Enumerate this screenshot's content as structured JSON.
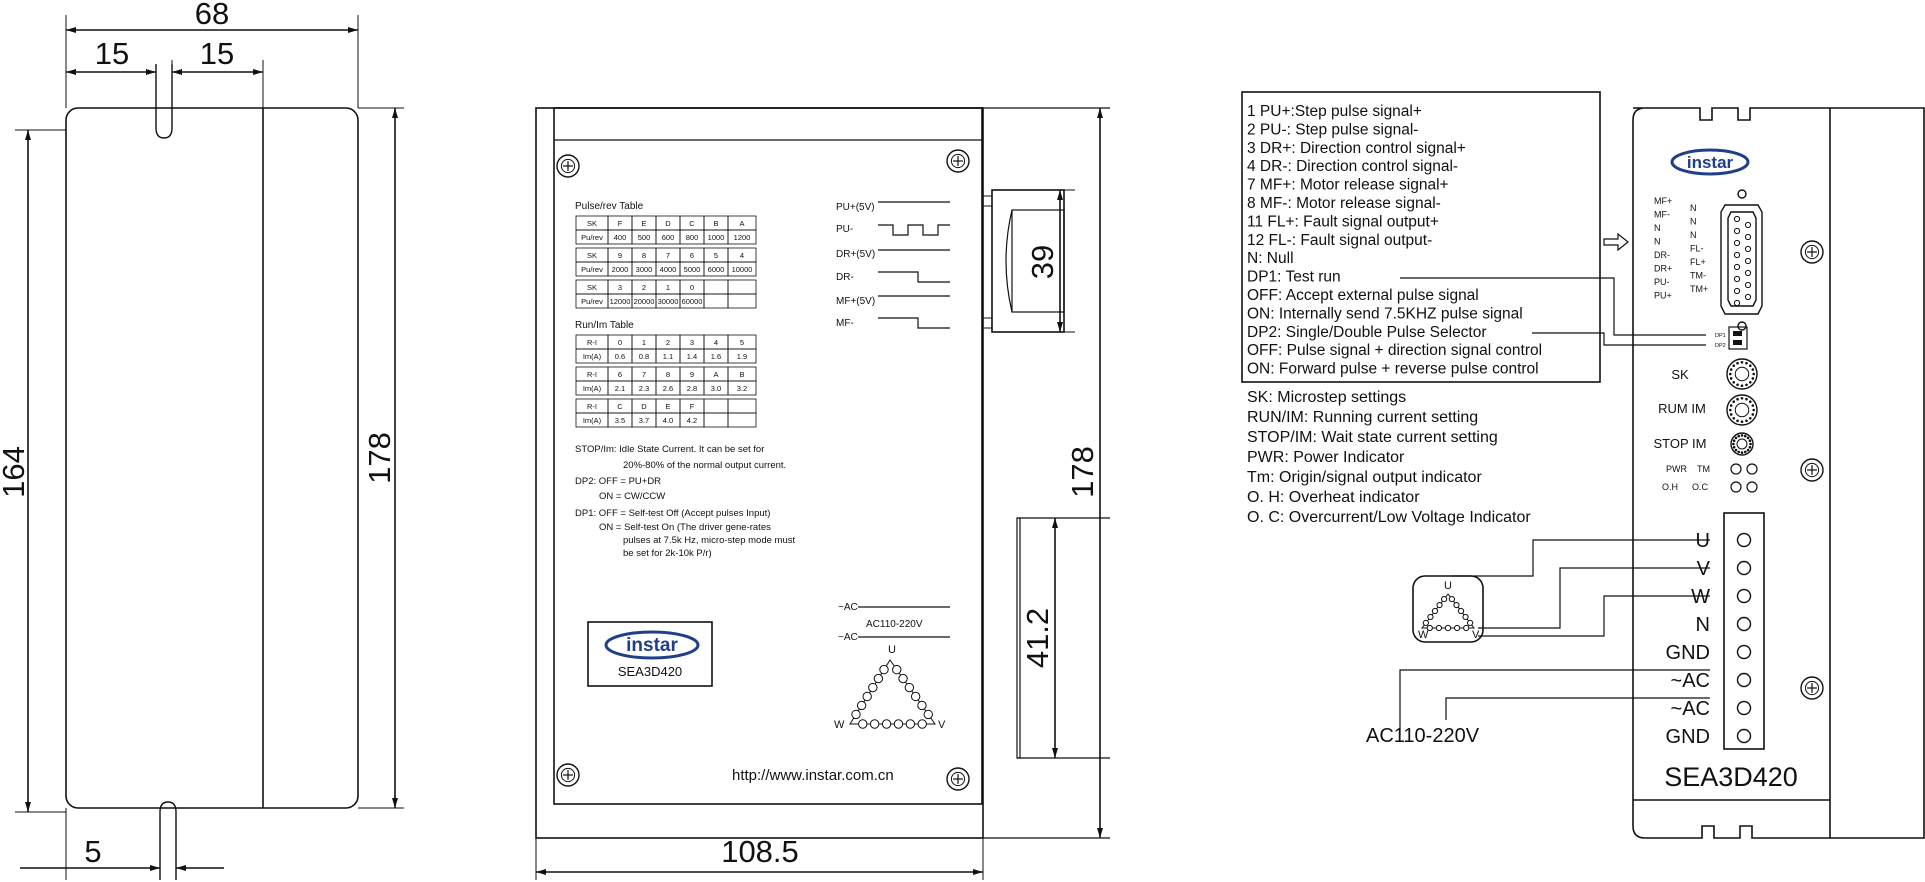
{
  "left_view": {
    "dims": {
      "total_width": "68",
      "seg_a": "15",
      "seg_b": "15",
      "height_inner": "164",
      "height_total": "178",
      "bottom_offset": "5"
    }
  },
  "middle_view": {
    "dims": {
      "connector_height": "39",
      "height": "178",
      "lower_height": "41.2",
      "width": "108.5"
    },
    "pulse_rev_table": {
      "title": "Pulse/rev Table",
      "rows": [
        [
          "SK",
          "F",
          "E",
          "D",
          "C",
          "B",
          "A"
        ],
        [
          "Pu/rev",
          "400",
          "500",
          "600",
          "800",
          "1000",
          "1200"
        ],
        [
          "SK",
          "9",
          "8",
          "7",
          "6",
          "5",
          "4"
        ],
        [
          "Pu/rev",
          "2000",
          "3000",
          "4000",
          "5000",
          "6000",
          "10000"
        ],
        [
          "SK",
          "3",
          "2",
          "1",
          "0",
          "",
          ""
        ],
        [
          "Pu/rev",
          "12000",
          "20000",
          "30000",
          "60000",
          "",
          ""
        ]
      ]
    },
    "run_im_table": {
      "title": "Run/Im Table",
      "rows": [
        [
          "R-I",
          "0",
          "1",
          "2",
          "3",
          "4",
          "5"
        ],
        [
          "Im(A)",
          "0.6",
          "0.8",
          "1.1",
          "1.4",
          "1.6",
          "1.9"
        ],
        [
          "R-I",
          "6",
          "7",
          "8",
          "9",
          "A",
          "B"
        ],
        [
          "Im(A)",
          "2.1",
          "2.3",
          "2.6",
          "2.8",
          "3.0",
          "3.2"
        ],
        [
          "R-I",
          "C",
          "D",
          "E",
          "F",
          "",
          ""
        ],
        [
          "Im(A)",
          "3.5",
          "3.7",
          "4.0",
          "4.2",
          "",
          ""
        ]
      ]
    },
    "notes": [
      "STOP/Im: Idle State Current. It can be set for",
      "20%-80% of the normal output current.",
      "DP2: OFF = PU+DR",
      "ON = CW/CCW",
      "DP1: OFF = Self-test Off (Accept pulses Input)",
      "ON = Self-test On (The driver gene-rates",
      "pulses at 7.5k Hz, micro-step mode must",
      "be set for 2k-10k P/r)"
    ],
    "signals": [
      "PU+(5V)",
      "PU-",
      "DR+(5V)",
      "DR-",
      "MF+(5V)",
      "MF-"
    ],
    "ac_labels": [
      "~AC",
      "~AC"
    ],
    "ac_range": "AC110-220V",
    "phase_labels": {
      "u": "U",
      "v": "V",
      "w": "W"
    },
    "logo_text": "instar",
    "model": "SEA3D420",
    "url": "http://www.instar.com.cn"
  },
  "right_view": {
    "legend": [
      "1 PU+:Step pulse signal+",
      "2 PU-:  Step pulse signal-",
      "3 DR+: Direction control signal+",
      "4 DR-:  Direction control signal-",
      "7 MF+:  Motor release signal+",
      "8 MF-:  Motor release signal-",
      "11 FL+:  Fault signal output+",
      "12 FL-:  Fault signal output-",
      "N: Null",
      "DP1:  Test run",
      "OFF:  Accept external pulse signal",
      "ON: Internally send 7.5KHZ pulse signal",
      "DP2:  Single/Double Pulse Selector",
      "OFF:  Pulse signal + direction signal control",
      "ON:  Forward pulse + reverse pulse control"
    ],
    "settings": [
      "SK:  Microstep settings",
      "RUN/IM:  Running current setting",
      "STOP/IM:  Wait state current setting",
      "PWR:  Power Indicator",
      "Tm:  Origin/signal output indicator",
      "O. H:  Overheat indicator",
      "O. C:  Overcurrent/Low Voltage Indicator"
    ],
    "logo_text": "instar",
    "pin_left": [
      "MF+",
      "MF-",
      "N",
      "N",
      "DR-",
      "DR+",
      "PU-",
      "PU+"
    ],
    "pin_right": [
      "N",
      "N",
      "N",
      "FL-",
      "FL+",
      "TM-",
      "TM+"
    ],
    "dip_labels": [
      "DP1",
      "DP2"
    ],
    "knobs": [
      "SK",
      "RUM IM",
      "STOP IM"
    ],
    "leds_row1": [
      "PWR",
      "TM"
    ],
    "leds_row2": [
      "O.H",
      "O.C"
    ],
    "terminals": [
      "U",
      "V",
      "W",
      "N",
      "GND",
      "~AC",
      "~AC",
      "GND"
    ],
    "motor_labels": {
      "u": "U",
      "v": "V",
      "w": "W"
    },
    "ac_range": "AC110-220V",
    "model": "SEA3D420"
  }
}
